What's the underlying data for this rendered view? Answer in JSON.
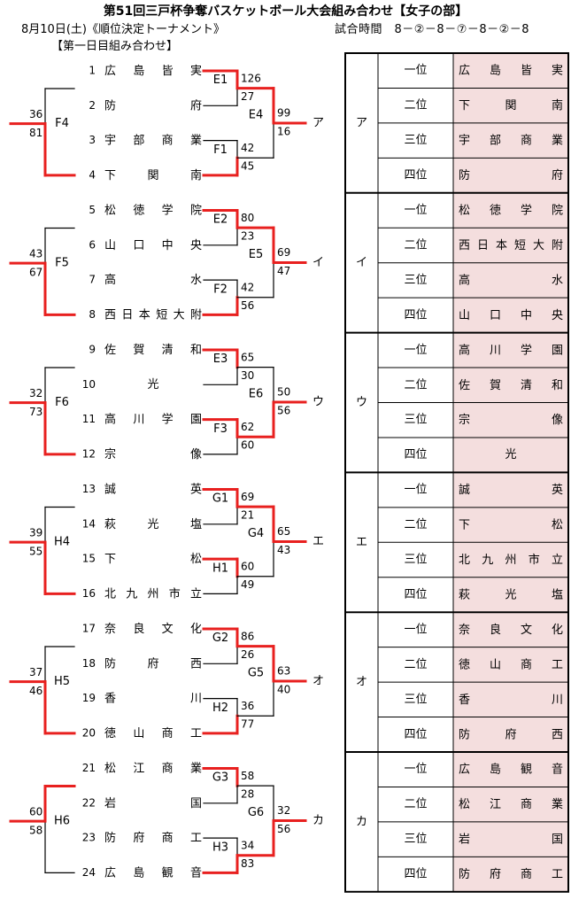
{
  "header": {
    "title": "第51回三戸杯争奪バスケットボール大会組み合わせ【女子の部】",
    "date_line": "8月10日(土)《順位決定トーナメント》",
    "schedule": "試合時間　8－②－8－⑦－8－②－8",
    "day_label": "【第一日目組み合わせ】"
  },
  "blocks": [
    {
      "letter": "ア",
      "teams": [
        {
          "num": "1",
          "name": "広島皆実"
        },
        {
          "num": "2",
          "name": "防　　府"
        },
        {
          "num": "3",
          "name": "宇部商業"
        },
        {
          "num": "4",
          "name": "下　関　南"
        }
      ],
      "left_game": "F4",
      "left_scores": [
        "36",
        "81"
      ],
      "left_winner": "bottom",
      "top_game": "E1",
      "top_scores": [
        "126",
        "27"
      ],
      "top_winner": "top",
      "bottom_game": "F1",
      "bottom_scores": [
        "42",
        "45"
      ],
      "bottom_winner": "bottom",
      "final_game": "E4",
      "final_scores": [
        "99",
        "16"
      ],
      "final_winner": "top",
      "standings": [
        "広　島　皆　実",
        "下　　関　　南",
        "宇　部　商　業",
        "防　　　　　府"
      ]
    },
    {
      "letter": "イ",
      "teams": [
        {
          "num": "5",
          "name": "松徳学院"
        },
        {
          "num": "6",
          "name": "山口中央"
        },
        {
          "num": "7",
          "name": "高　　水"
        },
        {
          "num": "8",
          "name": "西日本短大附"
        }
      ],
      "left_game": "F5",
      "left_scores": [
        "43",
        "67"
      ],
      "left_winner": "bottom",
      "top_game": "E2",
      "top_scores": [
        "80",
        "23"
      ],
      "top_winner": "top",
      "bottom_game": "F2",
      "bottom_scores": [
        "42",
        "56"
      ],
      "bottom_winner": "bottom",
      "final_game": "E5",
      "final_scores": [
        "69",
        "47"
      ],
      "final_winner": "top",
      "standings": [
        "松　徳　学　院",
        "西日本短大附",
        "高　　　　　水",
        "山　口　中　央"
      ]
    },
    {
      "letter": "ウ",
      "teams": [
        {
          "num": "9",
          "name": "佐賀清和"
        },
        {
          "num": "10",
          "name": "光"
        },
        {
          "num": "11",
          "name": "高川学園"
        },
        {
          "num": "12",
          "name": "宗　　像"
        }
      ],
      "left_game": "F6",
      "left_scores": [
        "32",
        "73"
      ],
      "left_winner": "bottom",
      "top_game": "E3",
      "top_scores": [
        "65",
        "30"
      ],
      "top_winner": "top",
      "bottom_game": "F3",
      "bottom_scores": [
        "62",
        "60"
      ],
      "bottom_winner": "top",
      "final_game": "E6",
      "final_scores": [
        "50",
        "56"
      ],
      "final_winner": "bottom",
      "standings": [
        "高　川　学　園",
        "佐　賀　清　和",
        "宗　　　　　像",
        "光"
      ]
    },
    {
      "letter": "エ",
      "teams": [
        {
          "num": "13",
          "name": "誠　　英"
        },
        {
          "num": "14",
          "name": "萩　光　塩"
        },
        {
          "num": "15",
          "name": "下　　松"
        },
        {
          "num": "16",
          "name": "北九州市立"
        }
      ],
      "left_game": "H4",
      "left_scores": [
        "39",
        "55"
      ],
      "left_winner": "bottom",
      "top_game": "G1",
      "top_scores": [
        "69",
        "21"
      ],
      "top_winner": "top",
      "bottom_game": "H1",
      "bottom_scores": [
        "60",
        "49"
      ],
      "bottom_winner": "top",
      "final_game": "G4",
      "final_scores": [
        "65",
        "43"
      ],
      "final_winner": "top",
      "standings": [
        "誠　　　　　英",
        "下　　　　　松",
        "北　九　州　市　立",
        "萩　　光　　塩"
      ]
    },
    {
      "letter": "オ",
      "teams": [
        {
          "num": "17",
          "name": "奈良文化"
        },
        {
          "num": "18",
          "name": "防　府　西"
        },
        {
          "num": "19",
          "name": "香　　川"
        },
        {
          "num": "20",
          "name": "徳山商工"
        }
      ],
      "left_game": "H5",
      "left_scores": [
        "37",
        "46"
      ],
      "left_winner": "bottom",
      "top_game": "G2",
      "top_scores": [
        "86",
        "26"
      ],
      "top_winner": "top",
      "bottom_game": "H2",
      "bottom_scores": [
        "36",
        "77"
      ],
      "bottom_winner": "bottom",
      "final_game": "G5",
      "final_scores": [
        "63",
        "40"
      ],
      "final_winner": "top",
      "standings": [
        "奈　良　文　化",
        "徳　山　商　工",
        "香　　　　　川",
        "防　　府　　西"
      ]
    },
    {
      "letter": "カ",
      "teams": [
        {
          "num": "21",
          "name": "松江商業"
        },
        {
          "num": "22",
          "name": "岩　　国"
        },
        {
          "num": "23",
          "name": "防府商工"
        },
        {
          "num": "24",
          "name": "広島観音"
        }
      ],
      "left_game": "H6",
      "left_scores": [
        "60",
        "58"
      ],
      "left_winner": "top",
      "top_game": "G3",
      "top_scores": [
        "58",
        "28"
      ],
      "top_winner": "top",
      "bottom_game": "H3",
      "bottom_scores": [
        "34",
        "83"
      ],
      "bottom_winner": "bottom",
      "final_game": "G6",
      "final_scores": [
        "32",
        "56"
      ],
      "final_winner": "bottom",
      "standings": [
        "広　島　観　音",
        "松　江　商　業",
        "岩　　　　　国",
        "防　府　商　工"
      ]
    }
  ],
  "rank_labels": [
    "一位",
    "二位",
    "三位",
    "四位"
  ],
  "colors": {
    "winner_line": "#e8201f",
    "line": "#000000",
    "highlight": "#f4dede"
  }
}
